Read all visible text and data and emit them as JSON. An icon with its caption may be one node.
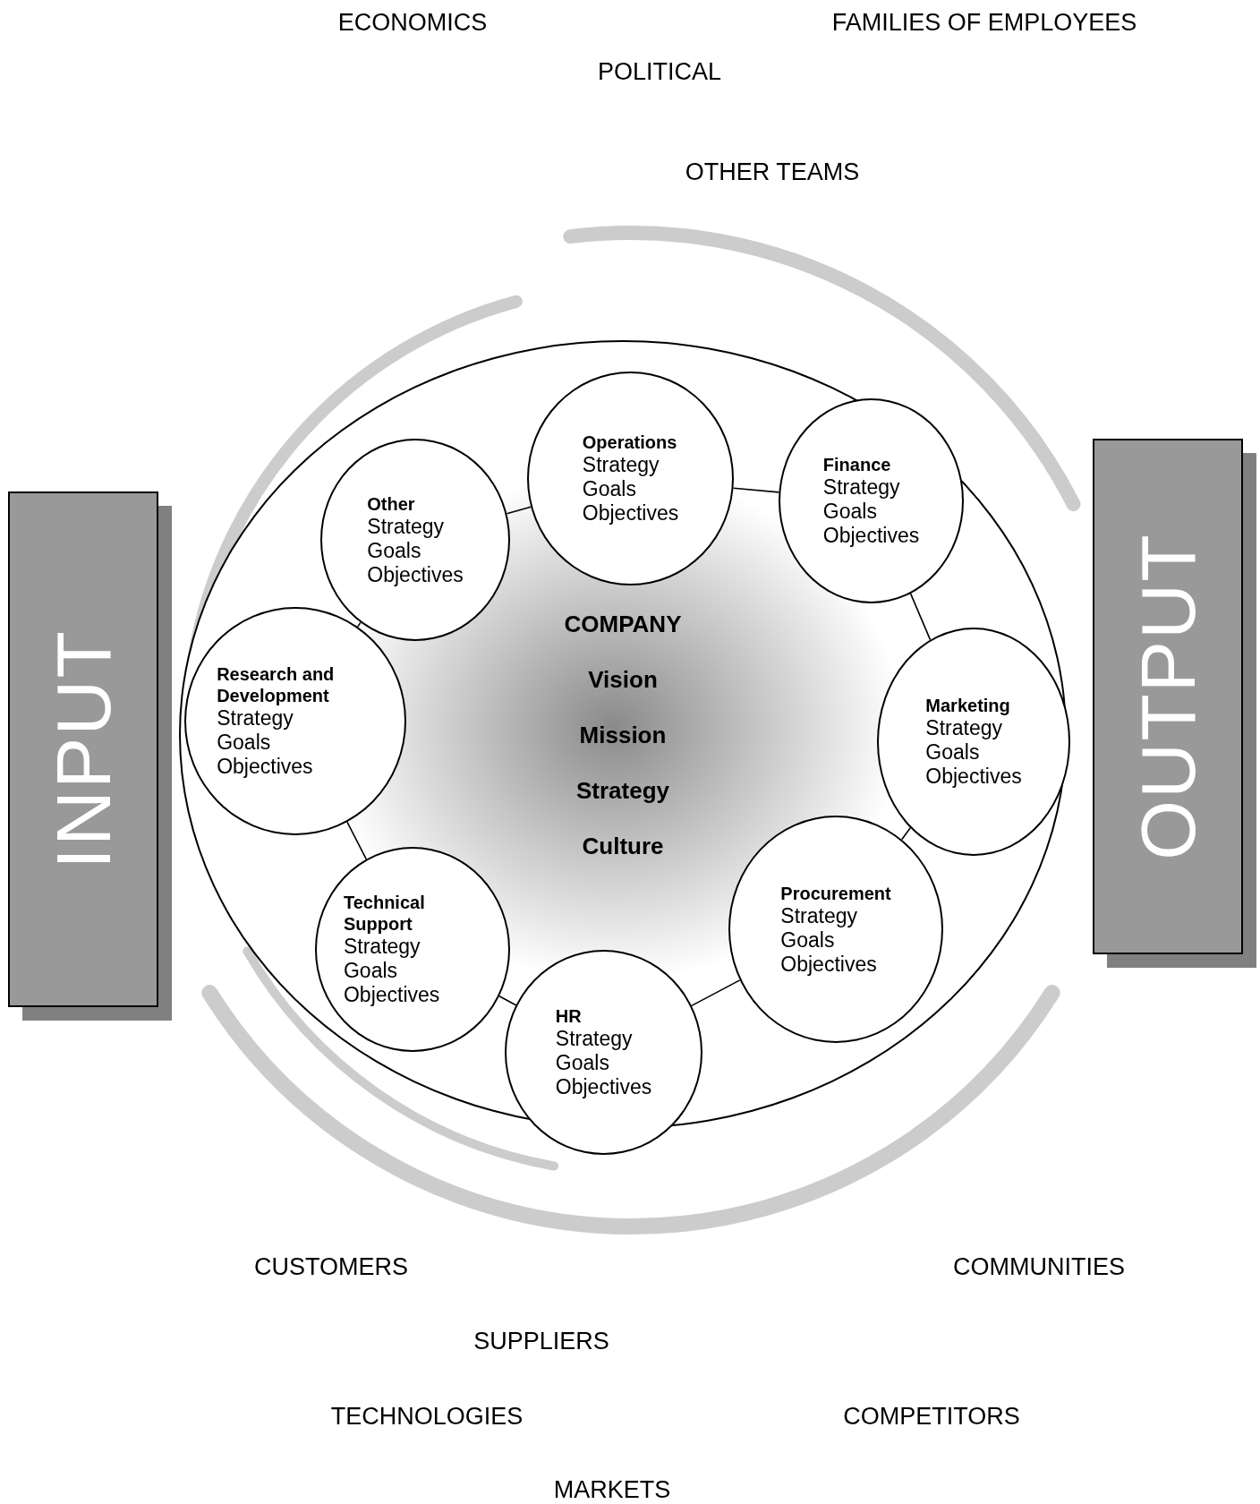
{
  "diagram": {
    "nodes": [
      {
        "text": [
          "INPUT"
        ]
      },
      {
        "text": [
          "OUTPUT"
        ]
      },
      {
        "text": [
          "COMPANY",
          "Vision",
          "Mission",
          "Strategy",
          "Culture"
        ]
      },
      {
        "text": [
          "Other",
          "Strategy",
          "Goals",
          "Objectives"
        ],
        "in": 2
      },
      {
        "text": [
          "Operations",
          "Strategy",
          "Goals",
          "Objectives"
        ],
        "in": 2
      },
      {
        "text": [
          "Finance",
          "Strategy",
          "Goals",
          "Objectives"
        ],
        "in": 2
      },
      {
        "text": [
          "Research and Development",
          "Strategy",
          "Goals",
          "Objectives"
        ],
        "in": 2
      },
      {
        "text": [
          "Marketing",
          "Strategy",
          "Goals",
          "Objectives"
        ],
        "in": 2
      },
      {
        "text": [
          "Technical Support",
          "Strategy",
          "Goals",
          "Objectives"
        ],
        "in": 2
      },
      {
        "text": [
          "Procurement",
          "Strategy",
          "Goals",
          "Objectives"
        ],
        "in": 2
      },
      {
        "text": [
          "HR",
          "Strategy",
          "Goals",
          "Objectives"
        ]
      }
    ],
    "edges": [
      {
        "from": 3,
        "to": 4,
        "arrow": "none"
      },
      {
        "from": 4,
        "to": 5,
        "arrow": "none"
      },
      {
        "from": 5,
        "to": 7,
        "arrow": "none"
      },
      {
        "from": 7,
        "to": 9,
        "arrow": "none"
      },
      {
        "from": 9,
        "to": 10,
        "arrow": "none"
      },
      {
        "from": 10,
        "to": 8,
        "arrow": "none"
      },
      {
        "from": 8,
        "to": 6,
        "arrow": "none"
      },
      {
        "from": 6,
        "to": 3,
        "arrow": "none"
      }
    ],
    "labels": [
      "ECONOMICS",
      "FAMILIES OF EMPLOYEES",
      "POLITICAL",
      "OTHER TEAMS",
      "CUSTOMERS",
      "COMMUNITIES",
      "SUPPLIERS",
      "TECHNOLOGIES",
      "COMPETITORS",
      "MARKETS"
    ]
  }
}
